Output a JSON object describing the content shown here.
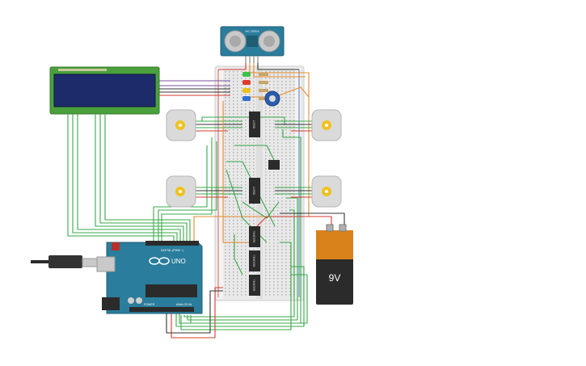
{
  "labels": {
    "battery_voltage": "9V",
    "arduino_brand": "UNO",
    "arduino_sub": "DIGITAL (PWM ~)",
    "arduino_power": "POWER",
    "arduino_analog": "ANALOG IN",
    "sensor_model": "HC-SR04",
    "ic_1": "L293D",
    "ic_2": "L293D",
    "ic_3": "74HC595",
    "ic_4": "74HC595",
    "ic_5": "74HC595"
  },
  "colors": {
    "wire_green": "#3aa84a",
    "wire_red": "#d43b2e",
    "wire_black": "#333333",
    "wire_orange": "#e88a2a",
    "wire_purple": "#7a4fa0",
    "board_teal": "#2a7d9c",
    "lcd_green": "#4aa03c",
    "lcd_screen": "#1e2b6b",
    "battery_top": "#d9821c",
    "battery_body": "#2b2b2b"
  },
  "components": {
    "lcd": "lcd-16x2",
    "sensor": "ultrasonic-sensor",
    "breadboard": "breadboard",
    "arduino": "arduino-uno",
    "battery": "battery-9v",
    "motors": [
      "dc-motor",
      "dc-motor",
      "dc-motor",
      "dc-motor"
    ],
    "leds": [
      "green",
      "red",
      "yellow",
      "blue"
    ]
  }
}
